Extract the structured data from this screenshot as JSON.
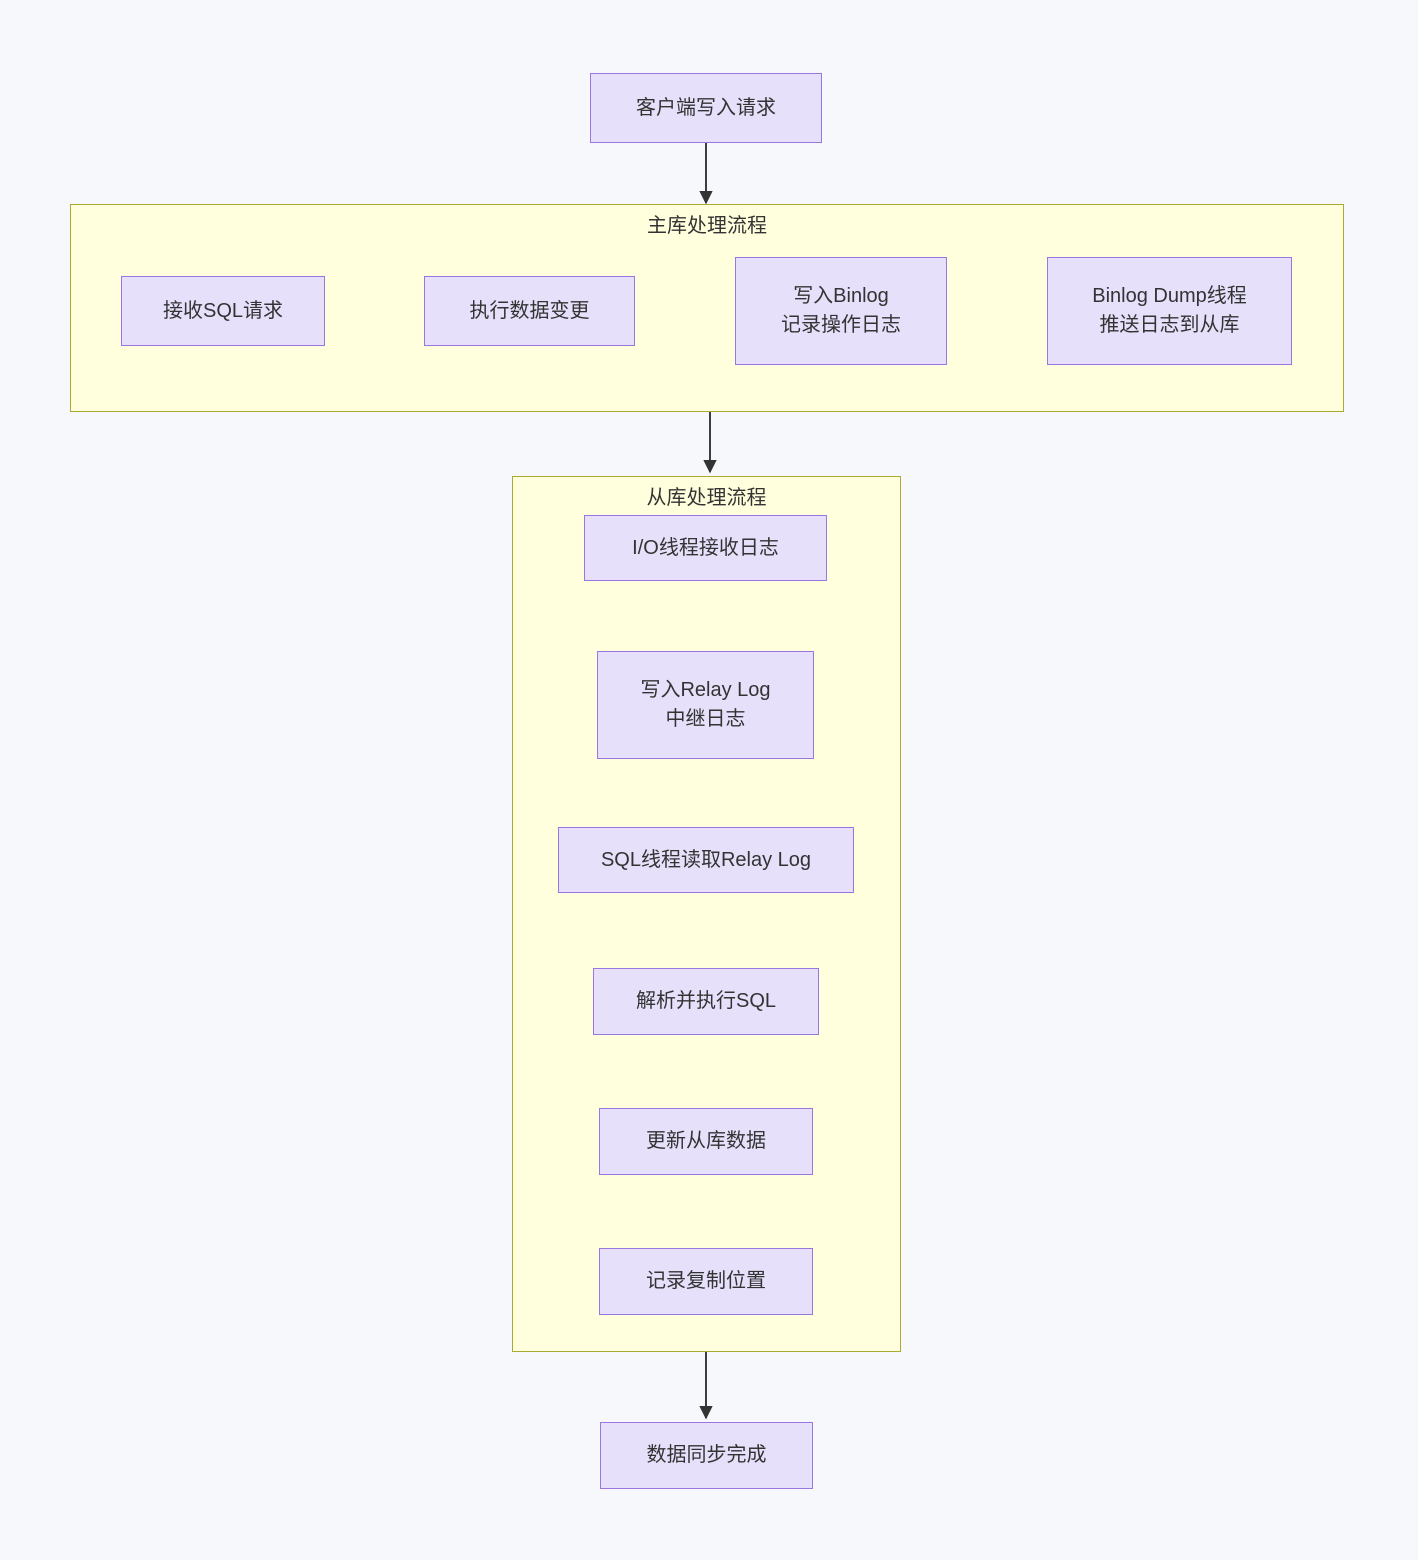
{
  "diagram": {
    "type": "flowchart",
    "direction": "top-to-bottom",
    "title_visible": false,
    "colors": {
      "background": "#f7f8fc",
      "node_fill": "#e6e0fb",
      "node_border": "#9a76e0",
      "node_text": "#333333",
      "subgraph_fill": "#ffffde",
      "subgraph_border": "#aaaa33",
      "edge_stroke": "#333333"
    }
  },
  "nodes": {
    "client_write": {
      "label": "客户端写入请求"
    },
    "receive_sql": {
      "label": "接收SQL请求"
    },
    "execute_change": {
      "label": "执行数据变更"
    },
    "write_binlog": {
      "label": "写入Binlog\n记录操作日志"
    },
    "binlog_dump": {
      "label": "Binlog Dump线程\n推送日志到从库"
    },
    "io_thread": {
      "label": "I/O线程接收日志"
    },
    "write_relay_log": {
      "label": "写入Relay Log\n中继日志"
    },
    "sql_thread_read": {
      "label": "SQL线程读取Relay Log"
    },
    "parse_execute_sql": {
      "label": "解析并执行SQL"
    },
    "update_slave_data": {
      "label": "更新从库数据"
    },
    "record_position": {
      "label": "记录复制位置"
    },
    "sync_complete": {
      "label": "数据同步完成"
    }
  },
  "subgraphs": {
    "master": {
      "label": "主库处理流程"
    },
    "slave": {
      "label": "从库处理流程"
    }
  },
  "edges": [
    {
      "from": "client_write",
      "to": "master",
      "label": ""
    },
    {
      "from": "receive_sql",
      "to": "execute_change",
      "label": ""
    },
    {
      "from": "execute_change",
      "to": "write_binlog",
      "label": ""
    },
    {
      "from": "write_binlog",
      "to": "binlog_dump",
      "label": ""
    },
    {
      "from": "master",
      "to": "slave",
      "label": ""
    },
    {
      "from": "io_thread",
      "to": "write_relay_log",
      "label": ""
    },
    {
      "from": "write_relay_log",
      "to": "sql_thread_read",
      "label": ""
    },
    {
      "from": "sql_thread_read",
      "to": "parse_execute_sql",
      "label": ""
    },
    {
      "from": "parse_execute_sql",
      "to": "update_slave_data",
      "label": ""
    },
    {
      "from": "update_slave_data",
      "to": "record_position",
      "label": ""
    },
    {
      "from": "record_position",
      "to": "sync_complete",
      "label": ""
    }
  ]
}
